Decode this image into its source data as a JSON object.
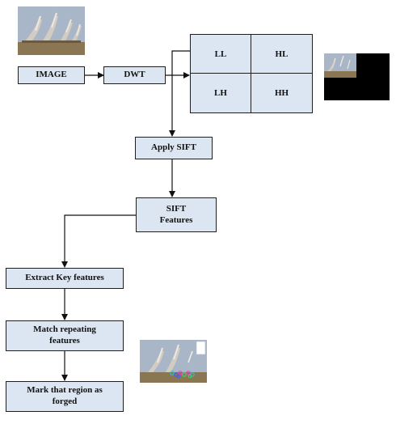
{
  "nodes": {
    "image": "IMAGE",
    "dwt": "DWT",
    "subbands": {
      "ll": "LL",
      "hl": "HL",
      "lh": "LH",
      "hh": "HH"
    },
    "apply_sift": "Apply SIFT",
    "sift_features": "SIFT Features",
    "extract_key_features": "Extract Key features",
    "match_repeating_features": "Match repeating features",
    "mark_region_forged": "Mark that region as forged"
  },
  "colors": {
    "node_fill": "#dce6f2",
    "node_border": "#1f1f1f",
    "arrow": "#111111",
    "sky": "#a9b6c8",
    "ground": "#8a7652",
    "missile": "#ece8e0",
    "smoke": "#d9d0c2",
    "dark_quadrant": "#000000",
    "keypoint_colors": [
      "#21c7d9",
      "#3a5cff",
      "#e83dd8",
      "#3ddc6a"
    ]
  },
  "images": {
    "input_photo": "missile-launch-photo",
    "dwt_output": "dwt-decomposed-thumbnail",
    "result_photo": "forgery-detected-photo"
  }
}
